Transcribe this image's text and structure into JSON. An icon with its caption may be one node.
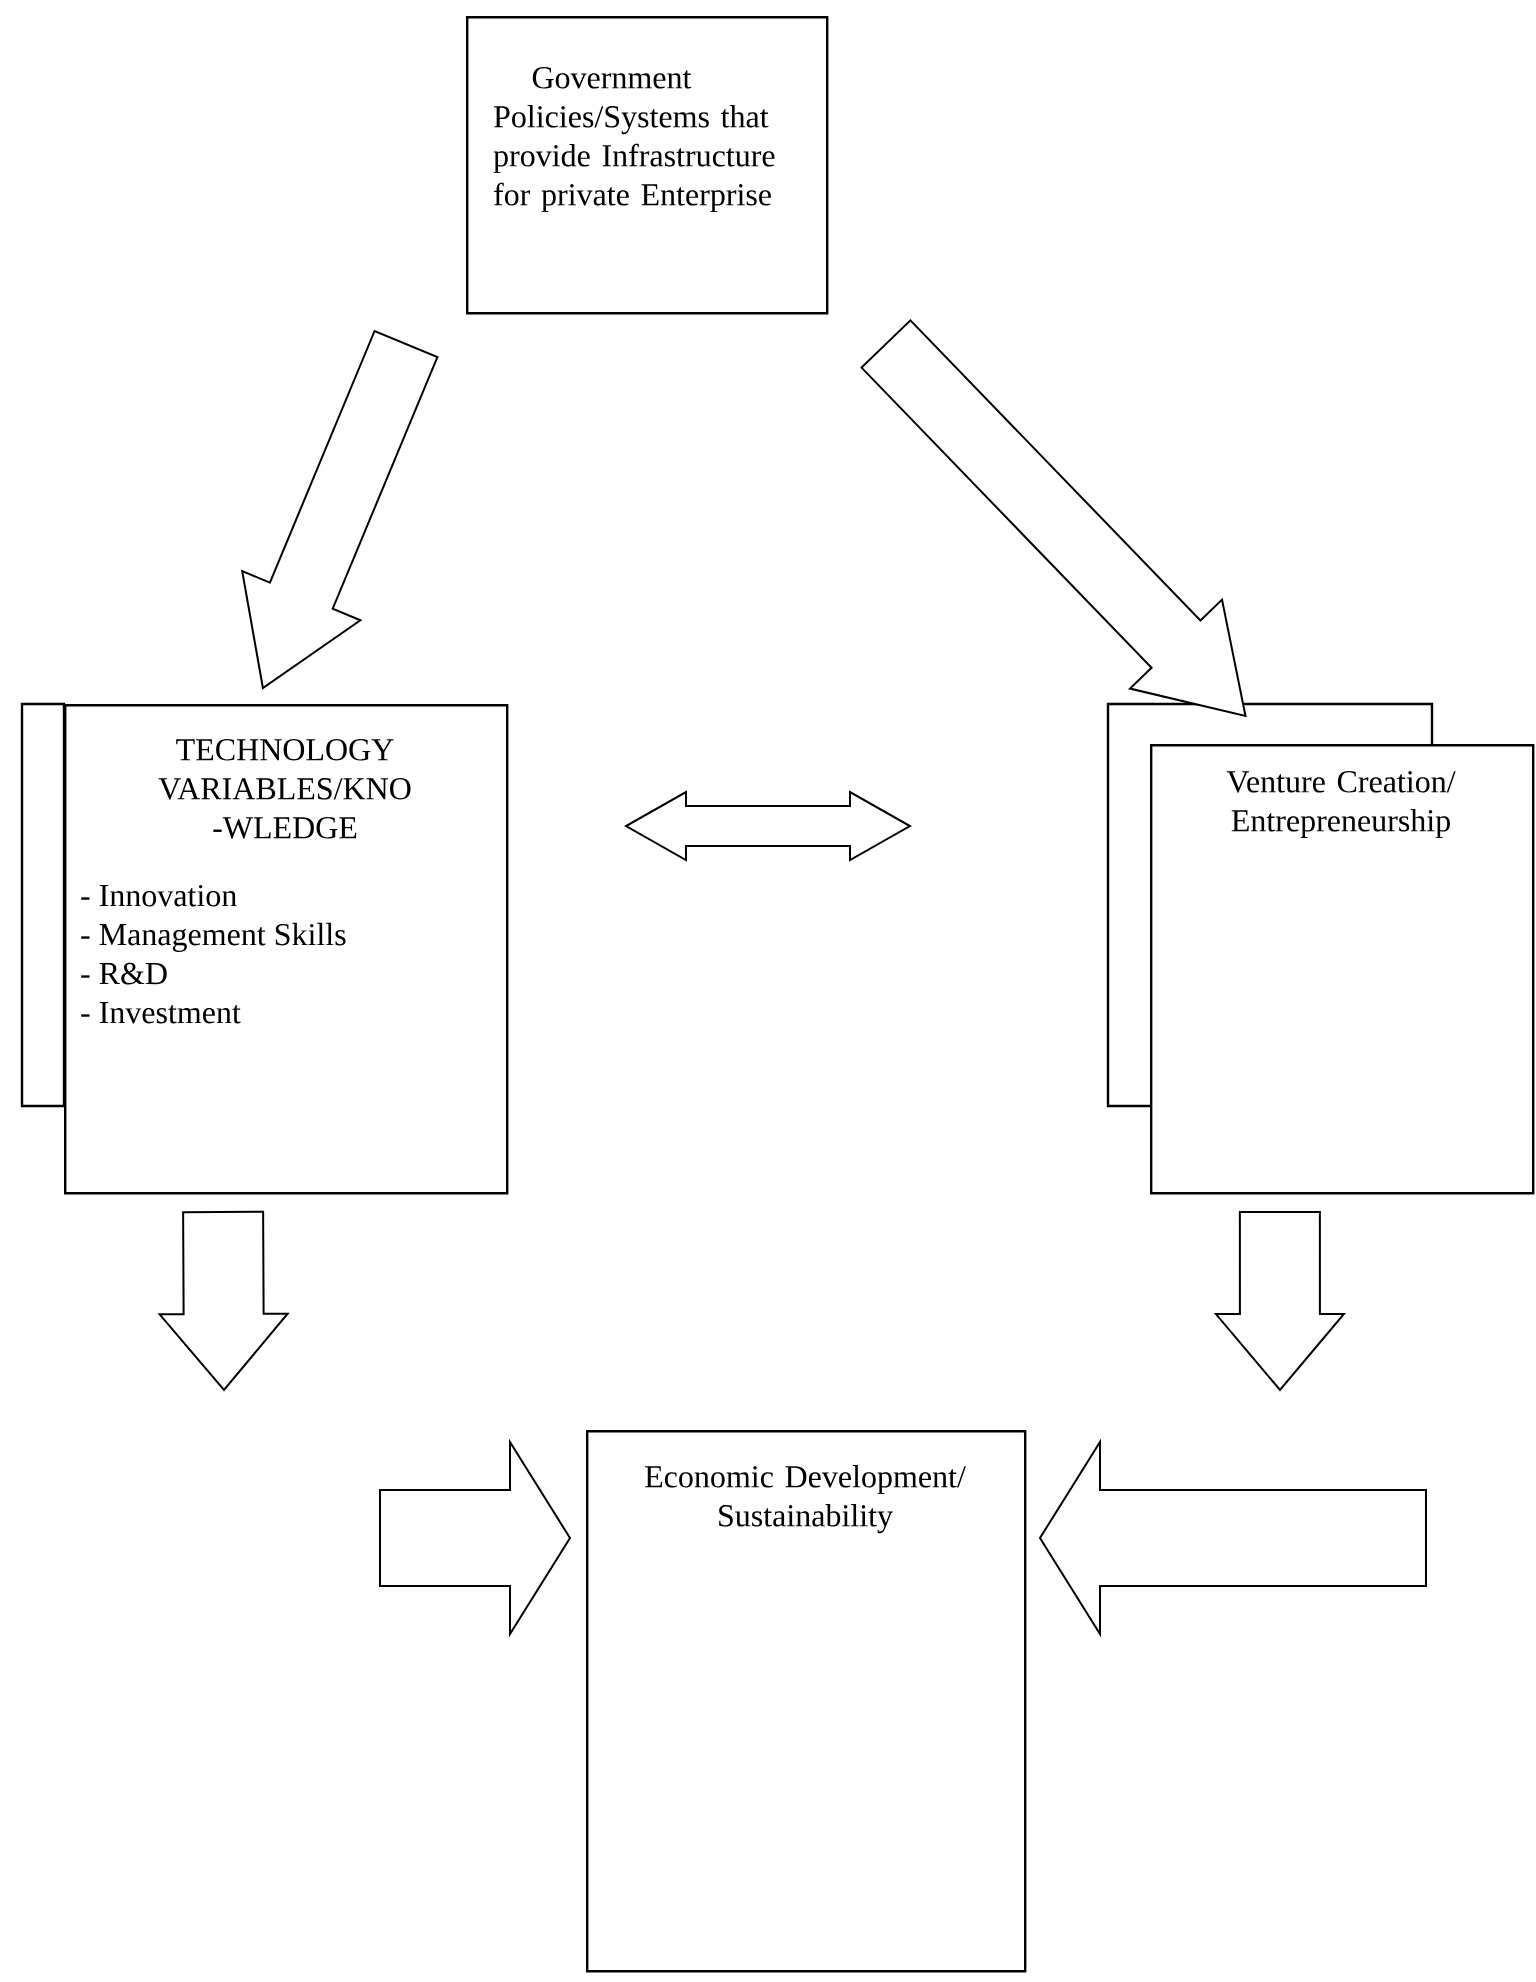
{
  "diagram": {
    "nodes": [
      {
        "text": [
          "Government Policies/Systems that provide Infrastructure for private Enterprise"
        ]
      },
      {
        "text": [
          "TECHNOLOGY VARIABLES/KNO -WLEDGE",
          "- Innovation",
          "- Management Skills",
          "- R&D",
          "- Investment"
        ]
      },
      {
        "text": [
          "Venture Creation/ Entrepreneurship"
        ]
      },
      {
        "text": [
          "Economic Development/ Sustainability"
        ]
      }
    ],
    "edges": [
      {
        "from": 0,
        "to": 1,
        "arrow": "to"
      },
      {
        "from": 0,
        "to": 2,
        "arrow": "to"
      },
      {
        "from": 1,
        "to": 2,
        "arrow": "both"
      },
      {
        "from": 1,
        "to": null,
        "arrow": "to"
      },
      {
        "from": 2,
        "to": null,
        "arrow": "to"
      },
      {
        "from": null,
        "to": 3,
        "arrow": "to"
      },
      {
        "from": null,
        "to": 3,
        "arrow": "to"
      }
    ]
  }
}
